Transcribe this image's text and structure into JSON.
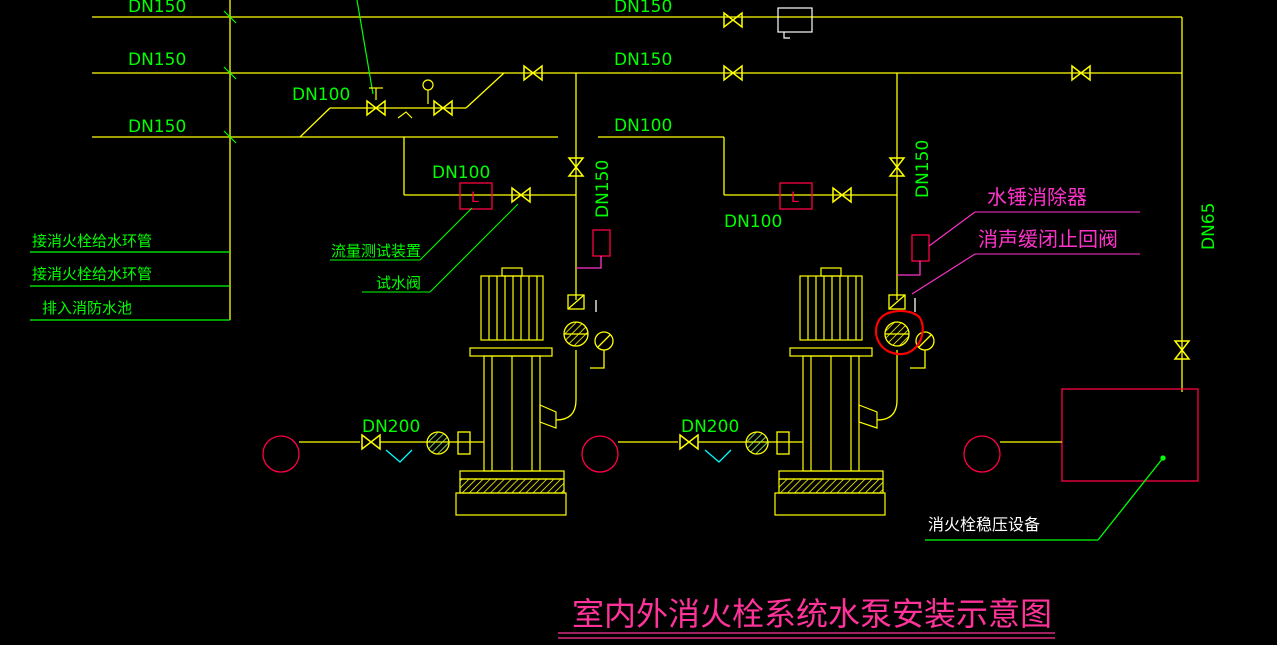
{
  "colors": {
    "background": "#000000",
    "pipe": "#ffff00",
    "label_green": "#00ff00",
    "label_magenta": "#ff33cc",
    "title_magenta": "#ff3399",
    "equipment_red": "#ff0044",
    "white": "#ffffff",
    "cyan": "#00ffff",
    "annotation_red": "#ff0000"
  },
  "labels": {
    "dn150_top_left": "DN150",
    "dn150_top_mid": "DN150",
    "dn150_second_left": "DN150",
    "dn150_second_mid": "DN150",
    "dn150_third_left": "DN150",
    "dn100_bypass": "DN100",
    "dn100_test_left": "DN100",
    "dn100_right_top": "DN100",
    "dn100_right_bottom": "DN100",
    "dn150_vertical_left": "DN150",
    "dn150_vertical_right": "DN150",
    "dn65_vertical": "DN65",
    "dn200_left": "DN200",
    "dn200_right": "DN200",
    "pipe_label_1": "接消火栓给水环管",
    "pipe_label_2": "接消火栓给水环管",
    "pipe_label_3": "排入消防水池",
    "flow_test_device": "流量测试装置",
    "test_valve": "试水阀",
    "water_hammer_eliminator": "水锤消除器",
    "silent_check_valve": "消声缓闭止回阀",
    "pressure_equipment": "消火栓稳压设备",
    "flow_meter_letter_1": "L",
    "flow_meter_letter_2": "L"
  },
  "title": "室内外消火栓系统水泵安装示意图"
}
